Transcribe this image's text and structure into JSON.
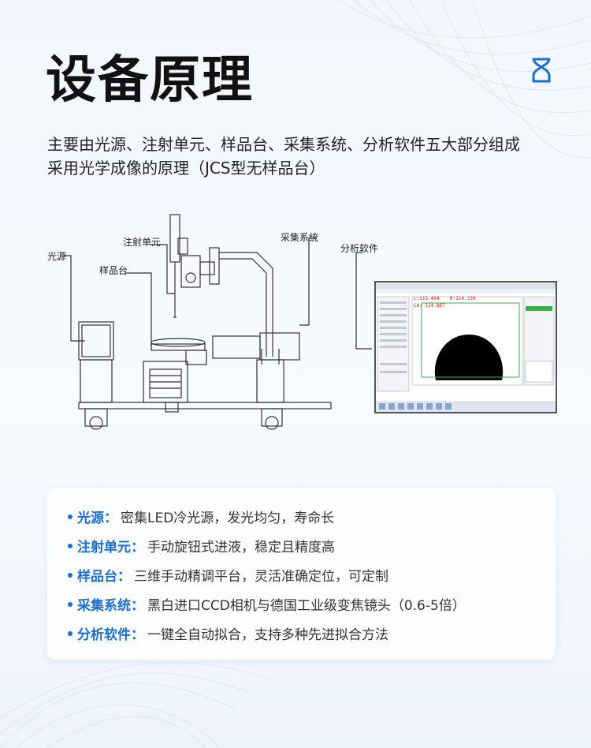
{
  "header": {
    "title": "设备原理",
    "subtitle_lines": [
      "主要由光源、注射单元、样品台、采集系统、分析软件五大部分组成",
      "采用光学成像的原理（JCS型无样品台）"
    ],
    "logo_icon": "dna-helix-icon"
  },
  "diagram": {
    "labels": {
      "light_source": "光源",
      "injection_unit": "注射单元",
      "sample_stage": "样品台",
      "capture_system": "采集系统",
      "analysis_software": "分析软件"
    },
    "screen": {
      "readout_l": "L:115.404",
      "readout_r": "R:114.339",
      "readout_ca": "CA: 114.867"
    }
  },
  "features": [
    {
      "name": "光源：",
      "desc": "密集LED冷光源，发光均匀，寿命长"
    },
    {
      "name": "注射单元：",
      "desc": "手动旋钮式进液，稳定且精度高"
    },
    {
      "name": "样品台：",
      "desc": "三维手动精调平台，灵活准确定位，可定制"
    },
    {
      "name": "采集系统：",
      "desc": "黑白进口CCD相机与德国工业级变焦镜头（0.6-5倍）"
    },
    {
      "name": "分析软件：",
      "desc": "一键全自动拟合，支持多种先进拟合方法"
    }
  ],
  "colors": {
    "accent": "#1a6fd0",
    "title": "#111111",
    "text": "#333333"
  }
}
